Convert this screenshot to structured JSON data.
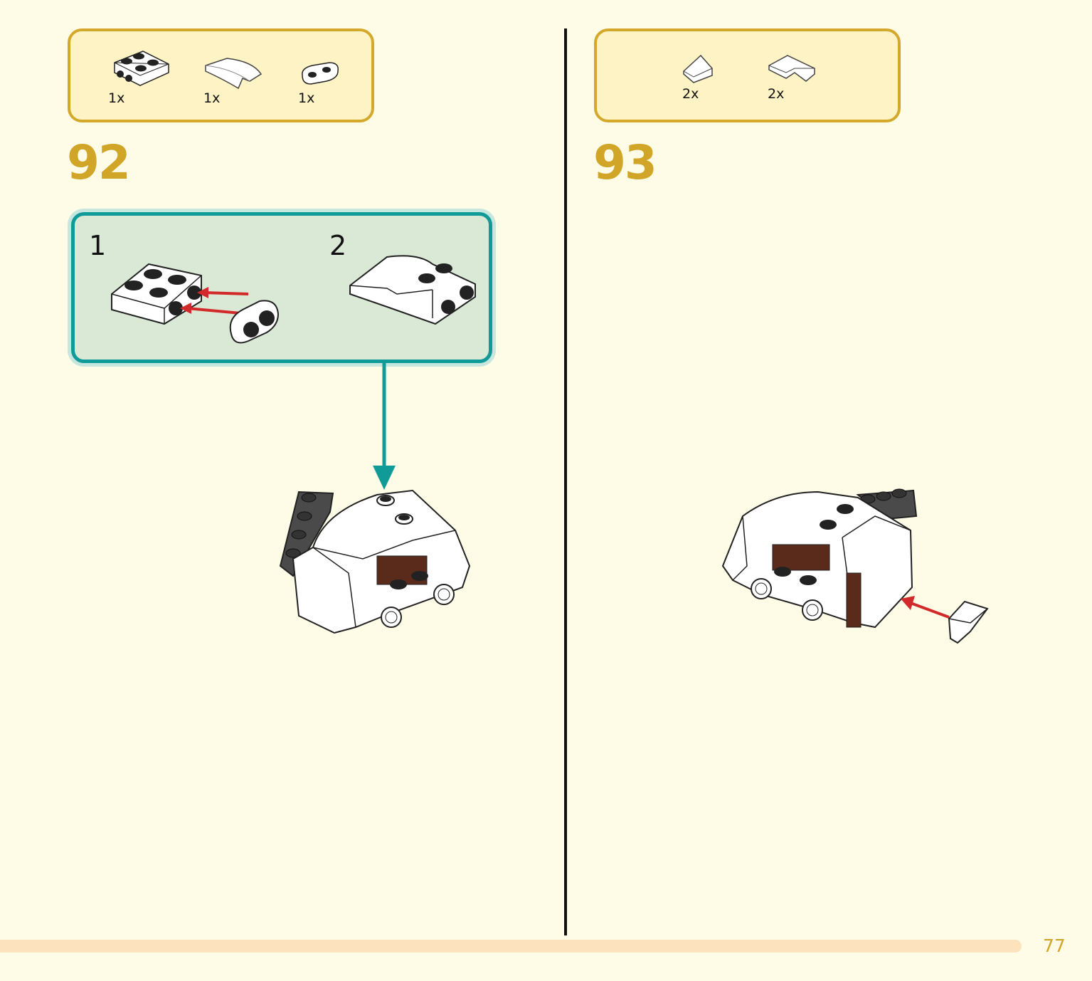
{
  "steps": [
    {
      "number": "92",
      "parts": [
        {
          "qty": "1x",
          "icon": "white-2x2-plate-with-side-studs-icon"
        },
        {
          "qty": "1x",
          "icon": "white-curved-slope-icon"
        },
        {
          "qty": "1x",
          "icon": "white-1x2-jumper-plate-icon"
        }
      ],
      "substeps": [
        {
          "number": "1",
          "icon": "attach-jumper-plate-icon"
        },
        {
          "number": "2",
          "icon": "add-curved-slope-icon"
        }
      ]
    },
    {
      "number": "93",
      "parts": [
        {
          "qty": "2x",
          "icon": "white-wedge-slope-icon"
        },
        {
          "qty": "2x",
          "icon": "white-inverted-slope-icon"
        }
      ]
    }
  ],
  "page_number": "77",
  "colors": {
    "background": "#fefce6",
    "parts_border": "#d4a82a",
    "parts_fill": "#fdf3c4",
    "step_number": "#d1a628",
    "substep_border": "#109b98",
    "substep_fill": "#d9e9d6",
    "arrow_red": "#d22a2a",
    "brick_white": "#ffffff",
    "brick_dark_gray": "#4a4a4a",
    "brick_brown": "#5a2a1a"
  }
}
